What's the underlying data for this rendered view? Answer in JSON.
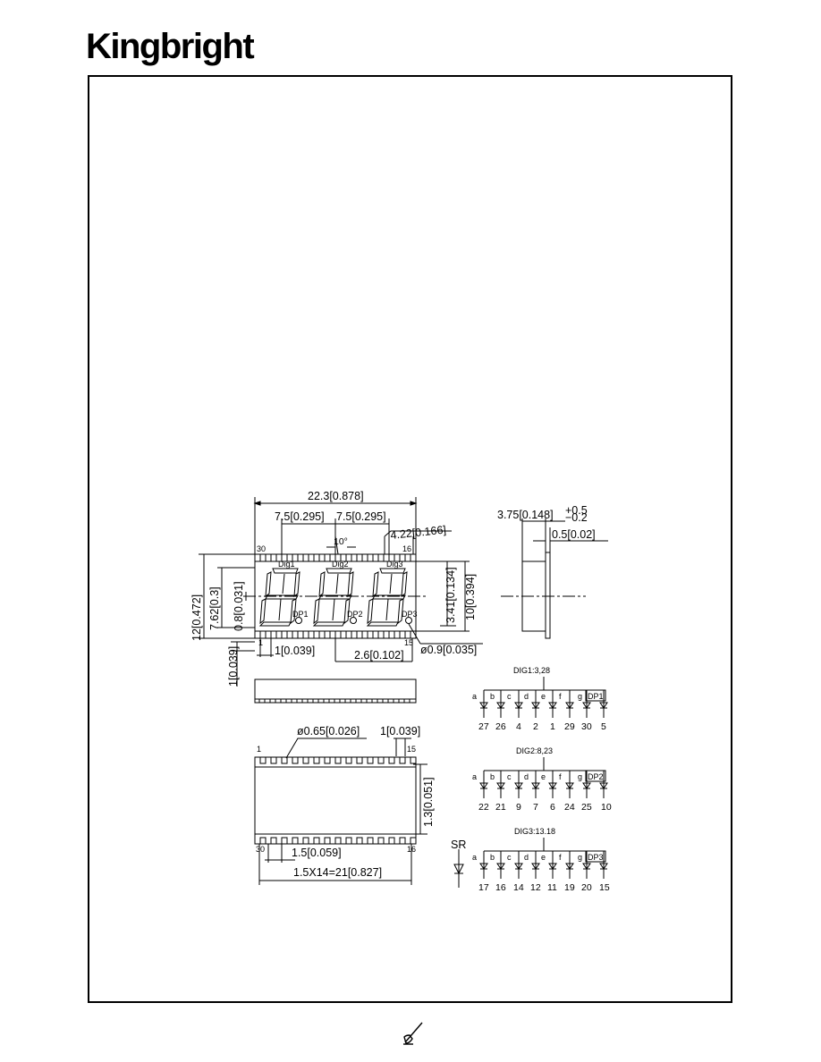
{
  "brand": {
    "logo_text": "Kingbright"
  },
  "front_view": {
    "overall_width": "22.3[0.878]",
    "digit_pitch_1": "7.5[0.295]",
    "digit_pitch_2": "7.5[0.295]",
    "slant_angle": "10°",
    "digit_height_offset": "4.22[0.166]",
    "pin_30_label": "30",
    "pin_16_label": "16",
    "pin_1_label": "1",
    "pin_15_label": "15",
    "dig1_label": "Dig1",
    "dig2_label": "Dig2",
    "dig3_label": "Dig3",
    "dp1_label": "DP1",
    "dp2_label": "DP2",
    "dp3_label": "DP3",
    "height_overall": "12[0.472]",
    "row_spacing": "7.62[0.3]",
    "offset_08": "0.8[0.031]",
    "lead_1": "1[0.039]",
    "lead_1b": "1[0.039]",
    "dp_spacing": "2.6[0.102]",
    "dp_diameter": "ø0.9[0.035]",
    "right_3_41": "3.41[0.134]",
    "right_10": "10[0.394]"
  },
  "side_view": {
    "thickness": "3.75[0.148]",
    "tol_plus": "+0.5",
    "tol_minus": "−0.2",
    "lead_thickness": "0.5[0.02]"
  },
  "bottom_view": {
    "pad_diameter": "ø0.65[0.026]",
    "pad_pitch_top": "1[0.039]",
    "pin_1": "1",
    "pin_15": "15",
    "pin_30": "30",
    "pin_16": "16",
    "lead_length": "1.3[0.051]",
    "pad_pitch": "1.5[0.059]",
    "total_span": "1.5X14=21[0.827]"
  },
  "circuit": {
    "sr_label": "SR",
    "segments": [
      "a",
      "b",
      "c",
      "d",
      "e",
      "f",
      "g"
    ],
    "digits": [
      {
        "title": "DIG1:3,28",
        "dp": "DP1",
        "pins": [
          "27",
          "26",
          "4",
          "2",
          "1",
          "29",
          "30",
          "5"
        ]
      },
      {
        "title": "DIG2:8,23",
        "dp": "DP2",
        "pins": [
          "22",
          "21",
          "9",
          "7",
          "6",
          "24",
          "25",
          "10"
        ]
      },
      {
        "title": "DIG3:13.18",
        "dp": "DP3",
        "pins": [
          "17",
          "16",
          "14",
          "12",
          "11",
          "19",
          "20",
          "15"
        ]
      }
    ]
  }
}
